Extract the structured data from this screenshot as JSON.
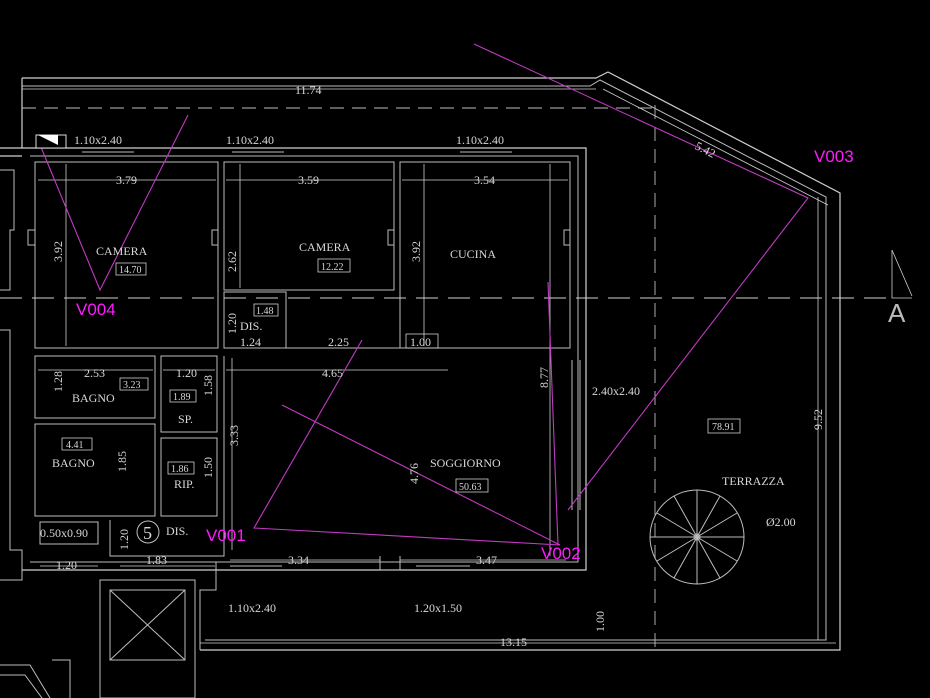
{
  "overall": {
    "width_top": "11.74",
    "width_bottom": "13.15",
    "diag": "5.42",
    "height_right": "9.52",
    "height_mid": "8.77",
    "bottom_offset": "1.00"
  },
  "windows": {
    "w_top1": "1.10x2.40",
    "w_top2": "1.10x2.40",
    "w_top3": "1.10x2.40",
    "w_right": "2.40x2.40",
    "w_bot1": "1.10x2.40",
    "w_bot2": "1.20x1.50",
    "w_left": "0.50x0.90"
  },
  "rooms": {
    "camera1": {
      "label": "CAMERA",
      "area": "14.70",
      "w": "3.79",
      "h": "3.92"
    },
    "camera2": {
      "label": "CAMERA",
      "area": "12.22",
      "w": "3.59",
      "h": "2.62"
    },
    "cucina": {
      "label": "CUCINA",
      "w": "3.54",
      "h": "3.92"
    },
    "dis1": {
      "label": "DIS.",
      "area": "1.48",
      "h": "1.20",
      "w": "1.24"
    },
    "bagno1": {
      "label": "BAGNO",
      "area": "3.23",
      "w": "2.53",
      "h": "1.28"
    },
    "sp": {
      "label": "SP.",
      "area": "1.89",
      "w": "1.20",
      "h": "1.58"
    },
    "bagno2": {
      "label": "BAGNO",
      "area": "4.41",
      "h": "1.85"
    },
    "rip": {
      "label": "RIP.",
      "area": "1.86",
      "h": "1.50"
    },
    "soggiorno": {
      "label": "SOGGIORNO",
      "area": "50.63",
      "w": "4.65",
      "h": "4.76",
      "h2": "3.33"
    },
    "terrazza": {
      "label": "TERRAZZA",
      "area": "78.91",
      "stair": "Ø2.00"
    },
    "dis2": {
      "label": "DIS.",
      "number": "5",
      "w": "1.83",
      "h": "1.20"
    }
  },
  "dims": {
    "d225": "2.25",
    "d100": "1.00",
    "d334": "3.34",
    "d347": "3.47",
    "d120": "1.20"
  },
  "views": {
    "v001": "V001",
    "v002": "V002",
    "v003": "V003",
    "v004": "V004"
  },
  "section": "A"
}
